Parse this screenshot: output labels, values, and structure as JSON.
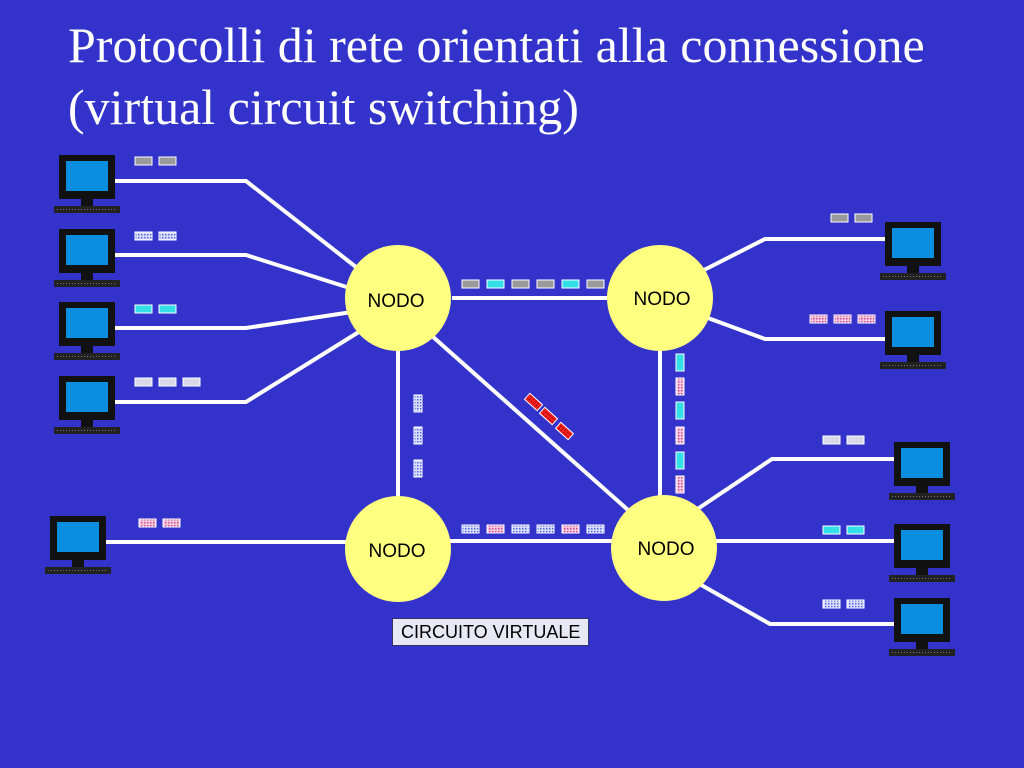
{
  "slide": {
    "title": "Protocolli di rete orientati alla connessione (virtual circuit switching)",
    "caption": "CIRCUITO VIRTUALE"
  },
  "nodes": [
    {
      "id": "node-top-left",
      "label": "NODO"
    },
    {
      "id": "node-top-right",
      "label": "NODO"
    },
    {
      "id": "node-bottom-left",
      "label": "NODO"
    },
    {
      "id": "node-bottom-right",
      "label": "NODO"
    }
  ],
  "colors": {
    "background": "#3333cc",
    "node_fill": "#ffff80",
    "link": "#ffffff",
    "packet_gray": "#9a9a9a",
    "packet_cyan": "#33e0e8",
    "packet_light": "#d8d8e8",
    "packet_pink": "#f0b8d8",
    "packet_dotted_blue": "#c8d0ff",
    "packet_red": "#ee1111"
  },
  "icons": {
    "host": "computer-monitor-icon",
    "packet": "packet-icon"
  }
}
